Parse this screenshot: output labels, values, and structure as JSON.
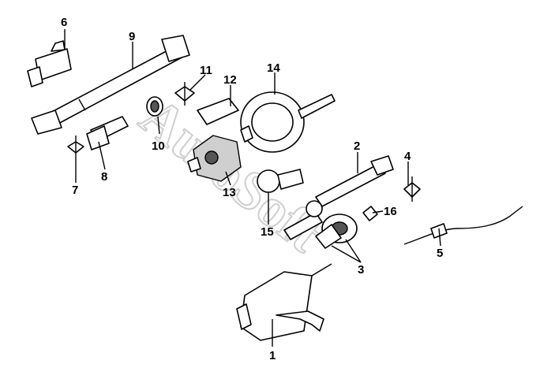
{
  "watermark": "AutoSoft",
  "callouts": [
    "1",
    "2",
    "3",
    "4",
    "5",
    "6",
    "7",
    "8",
    "9",
    "10",
    "11",
    "12",
    "13",
    "14",
    "15",
    "16"
  ],
  "colors": {
    "line": "#000000",
    "shade": "#cfcfcf",
    "watermark": "#cfcfcf"
  }
}
